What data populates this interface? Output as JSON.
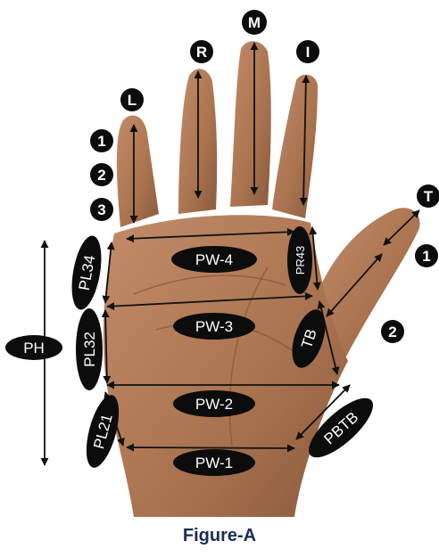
{
  "figure": {
    "caption": "Figure-A"
  },
  "finger_labels": {
    "little": "L",
    "ring": "R",
    "middle": "M",
    "index": "I",
    "thumb": "T"
  },
  "phalanx_numbers": {
    "finger_1": "1",
    "finger_2": "2",
    "finger_3": "3",
    "thumb_1": "1",
    "thumb_2": "2"
  },
  "measurements": {
    "palm_width_4": "PW-4",
    "palm_width_3": "PW-3",
    "palm_width_2": "PW-2",
    "palm_width_1": "PW-1",
    "palm_height": "PH",
    "palm_length_34": "PL34",
    "palm_length_32": "PL32",
    "palm_length_21": "PL21",
    "palm_radial_43": "PR43",
    "thenar_base": "TB",
    "palm_base_thumb_base": "PBTB"
  },
  "colors": {
    "skin": "#b47f5c",
    "skin_dark": "#7b4e33",
    "badge": "#0c0c0c",
    "caption": "#1a2d55"
  }
}
